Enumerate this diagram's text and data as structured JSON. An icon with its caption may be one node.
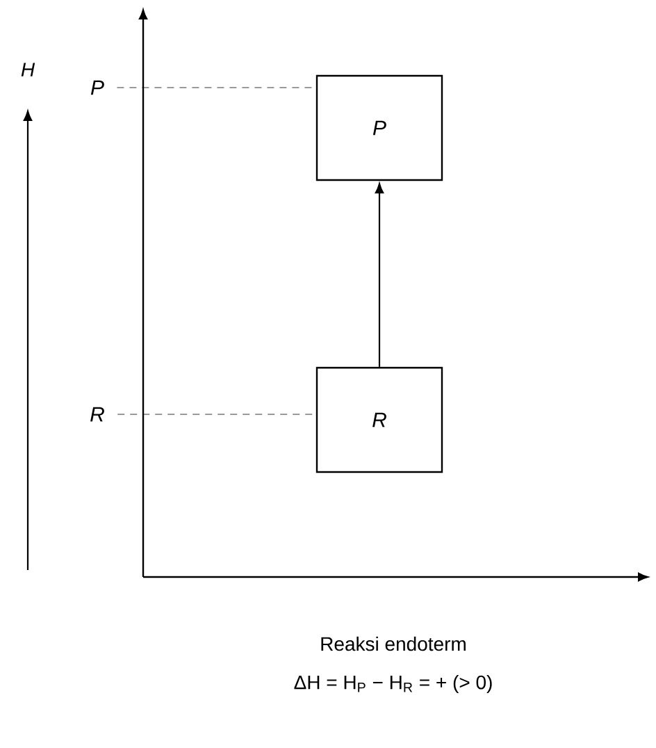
{
  "diagram": {
    "caption": "Reaksi endoterm",
    "nodes": [
      {
        "text": [
          "P"
        ]
      },
      {
        "text": [
          "R"
        ]
      },
      {
        "text": [
          "P"
        ]
      },
      {
        "text": [
          "R"
        ]
      }
    ],
    "edges": [
      {
        "from": 1,
        "to": 0,
        "arrow": "to"
      },
      {
        "from": 2,
        "to": 0,
        "arrow": "none",
        "style": "dashed"
      },
      {
        "from": 3,
        "to": 1,
        "arrow": "none",
        "style": "dashed"
      }
    ],
    "labels": [
      "H",
      "ΔH = H$_{P}$ − H$_{R}$ = + (> 0)"
    ]
  }
}
